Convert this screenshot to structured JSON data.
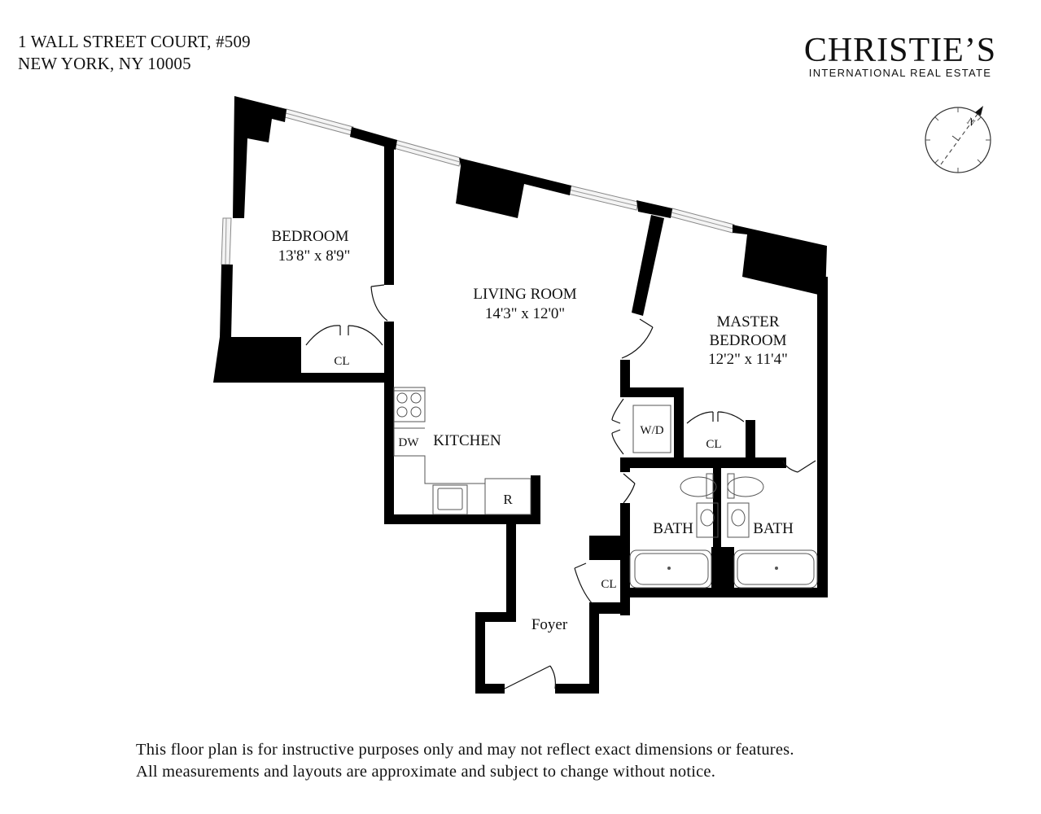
{
  "address": {
    "line1": "1 WALL STREET COURT, #509",
    "line2": "NEW YORK, NY 10005"
  },
  "brand": {
    "name": "CHRISTIE’S",
    "tagline": "INTERNATIONAL REAL ESTATE"
  },
  "compass": {
    "label": "N"
  },
  "rooms": {
    "bedroom": {
      "name": "BEDROOM",
      "size": "13'8\" x 8'9\""
    },
    "living_room": {
      "name": "LIVING ROOM",
      "size": "14'3\" x 12'0\""
    },
    "master_bedroom": {
      "name_line1": "MASTER",
      "name_line2": "BEDROOM",
      "size": "12'2\" x 11'4\""
    },
    "kitchen": {
      "name": "KITCHEN"
    },
    "foyer": {
      "name": "Foyer"
    },
    "bath_left": {
      "name": "BATH"
    },
    "bath_right": {
      "name": "BATH"
    }
  },
  "fixtures": {
    "closet_bedroom": "CL",
    "closet_master": "CL",
    "closet_foyer": "CL",
    "washer_dryer": "W/D",
    "dishwasher": "DW",
    "refrigerator": "R"
  },
  "disclaimer": {
    "line1": "This floor plan is for instructive purposes only and may not reflect exact dimensions or features.",
    "line2": "All measurements and layouts are approximate and subject to change without notice."
  }
}
